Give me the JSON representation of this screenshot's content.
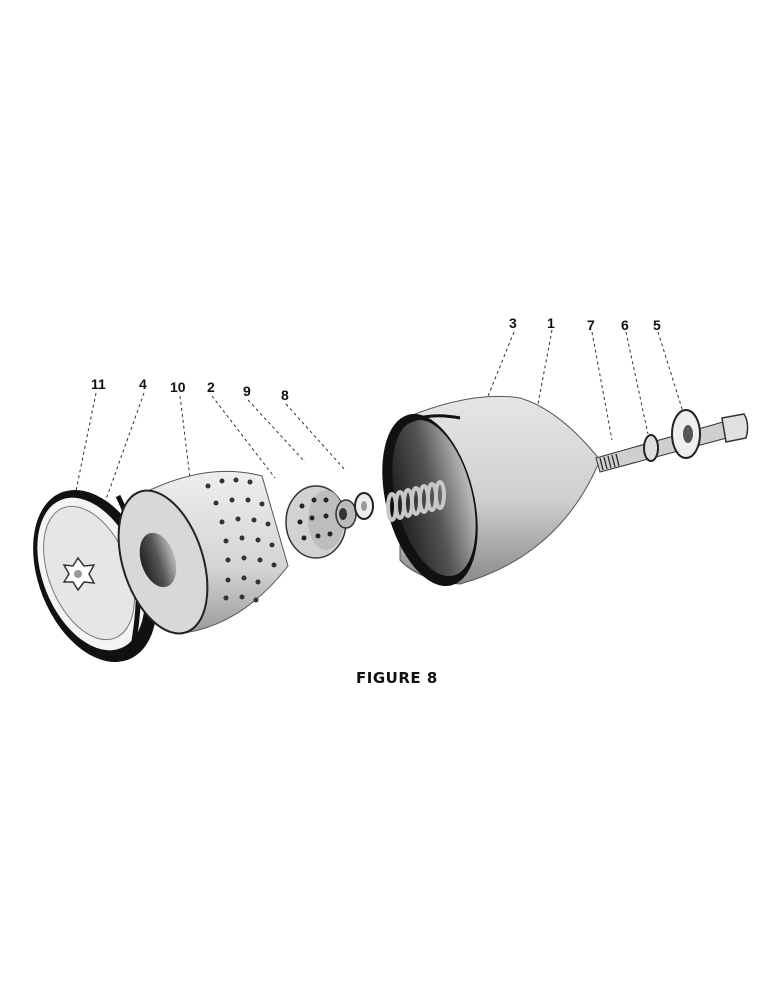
{
  "figure": {
    "caption": "FIGURE 8",
    "callouts": {
      "c11": "11",
      "c4": "4",
      "c10": "10",
      "c2": "2",
      "c9": "9",
      "c8": "8",
      "c3": "3",
      "c1": "1",
      "c7": "7",
      "c6": "6",
      "c5": "5"
    }
  }
}
